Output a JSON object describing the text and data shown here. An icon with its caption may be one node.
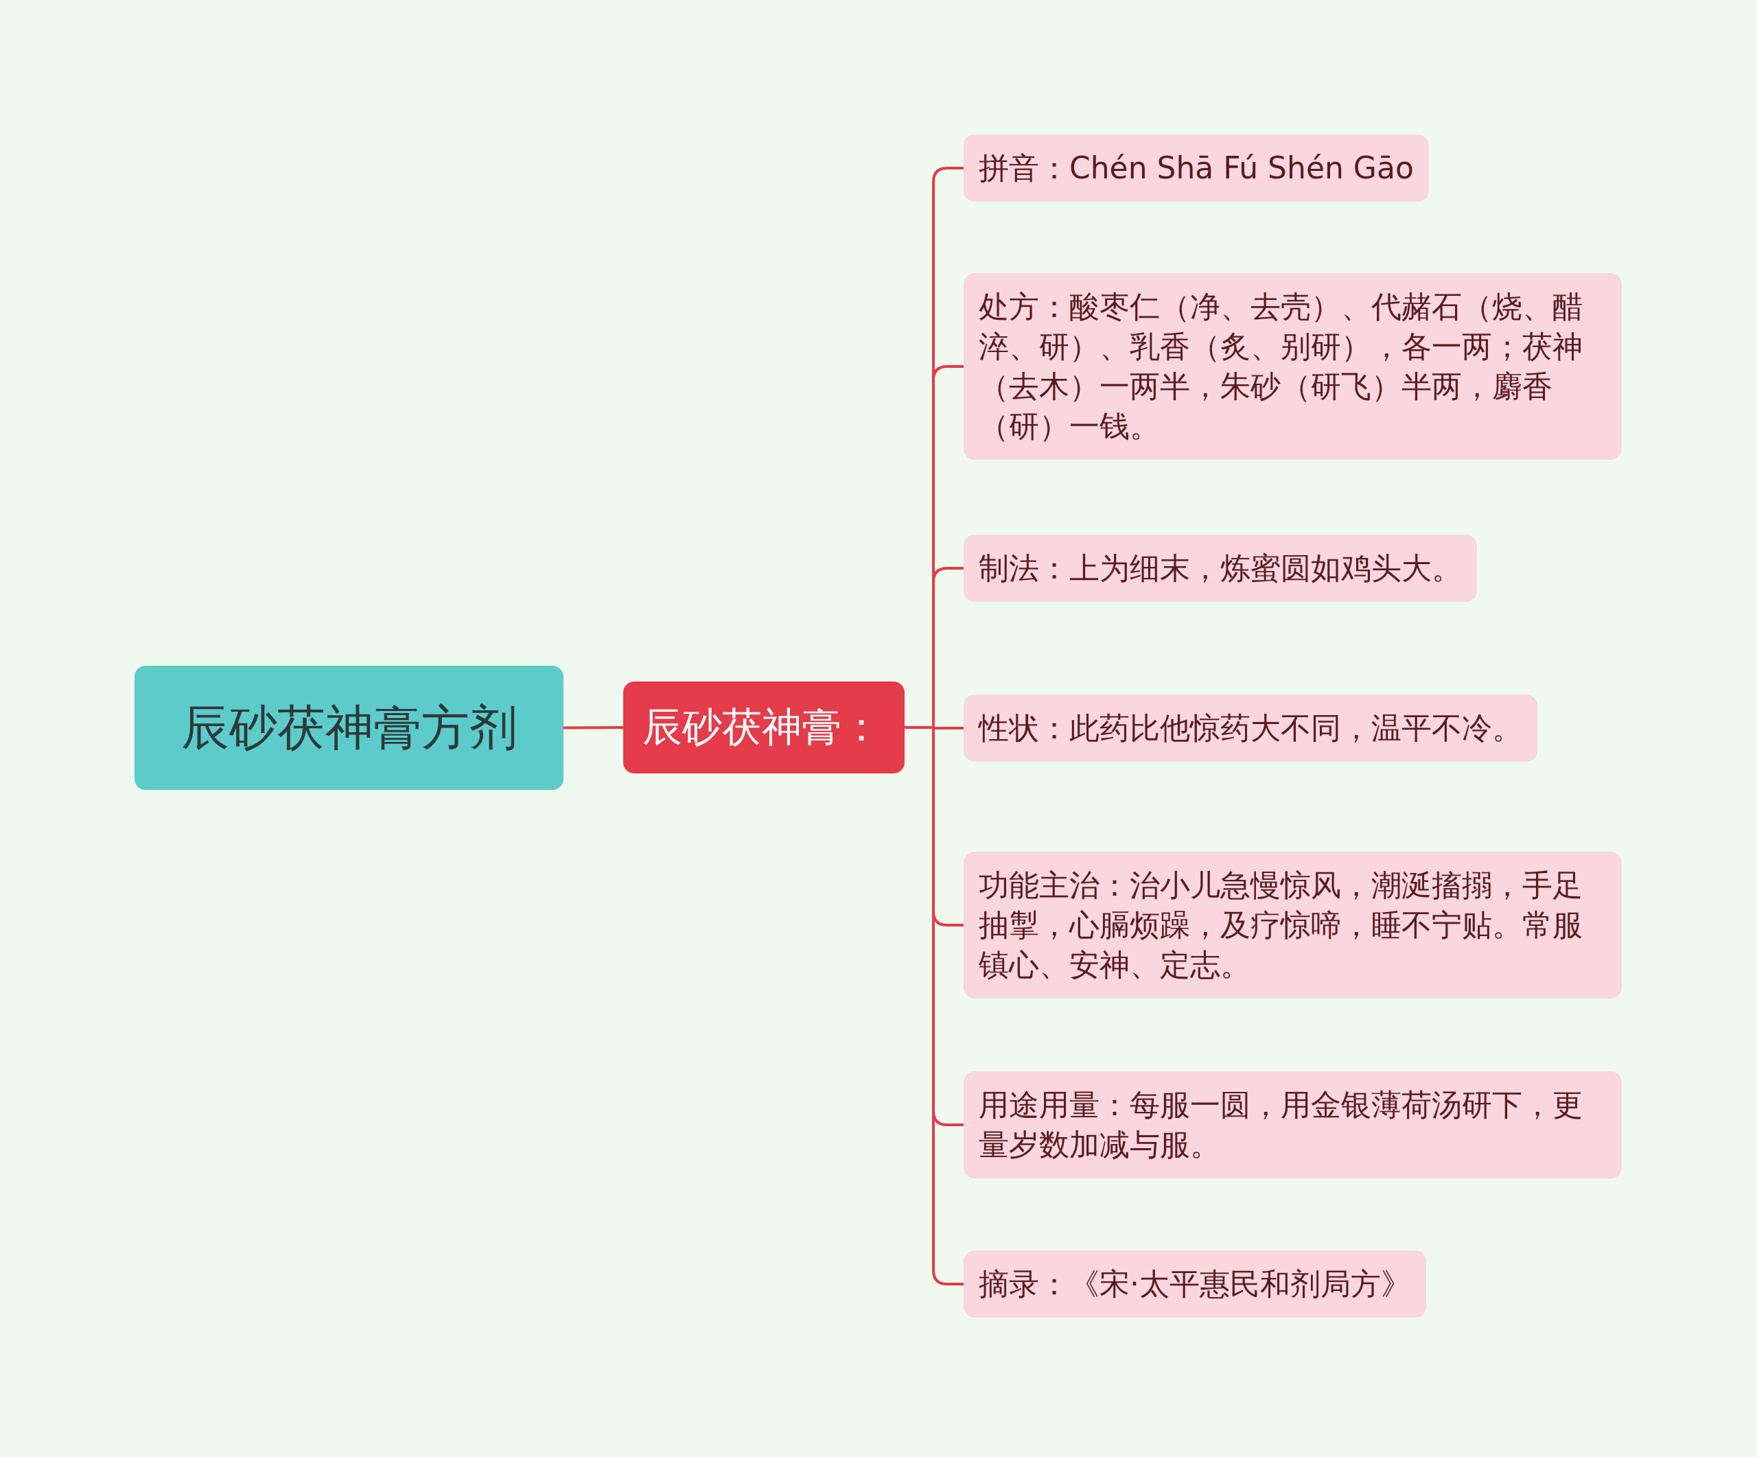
{
  "diagram": {
    "nodes": [
      {
        "text": [
          "辰砂茯神膏方剂"
        ]
      },
      {
        "text": [
          "辰砂茯神膏："
        ]
      },
      {
        "text": [
          "拼音：Chén Shā Fú Shén Gāo"
        ]
      },
      {
        "text": [
          "处方：酸枣仁（净、去壳）、代赭石（烧、醋淬、研）、乳香（炙、别研），各一两；茯神（去木）一两半，朱砂（研飞）半两，麝香（研）一钱。"
        ]
      },
      {
        "text": [
          "制法：上为细末，炼蜜圆如鸡头大。"
        ]
      },
      {
        "text": [
          "性状：此药比他惊药大不同，温平不冷。"
        ]
      },
      {
        "text": [
          "功能主治：治小儿急慢惊风，潮涎搐搦，手足抽掣，心膈烦躁，及疗惊啼，睡不宁贴。常服镇心、安神、定志。"
        ]
      },
      {
        "text": [
          "用途用量：每服一圆，用金银薄荷汤研下，更量岁数加减与服。"
        ]
      },
      {
        "text": [
          "摘录：《宋·太平惠民和剂局方》"
        ]
      }
    ],
    "edges": [
      {
        "from": 0,
        "to": 1,
        "arrow": "none"
      },
      {
        "from": 1,
        "to": 2,
        "arrow": "none"
      },
      {
        "from": 1,
        "to": 3,
        "arrow": "none"
      },
      {
        "from": 1,
        "to": 4,
        "arrow": "none"
      },
      {
        "from": 1,
        "to": 5,
        "arrow": "none"
      },
      {
        "from": 1,
        "to": 6,
        "arrow": "none"
      },
      {
        "from": 1,
        "to": 7,
        "arrow": "none"
      },
      {
        "from": 1,
        "to": 8,
        "arrow": "none"
      }
    ]
  }
}
